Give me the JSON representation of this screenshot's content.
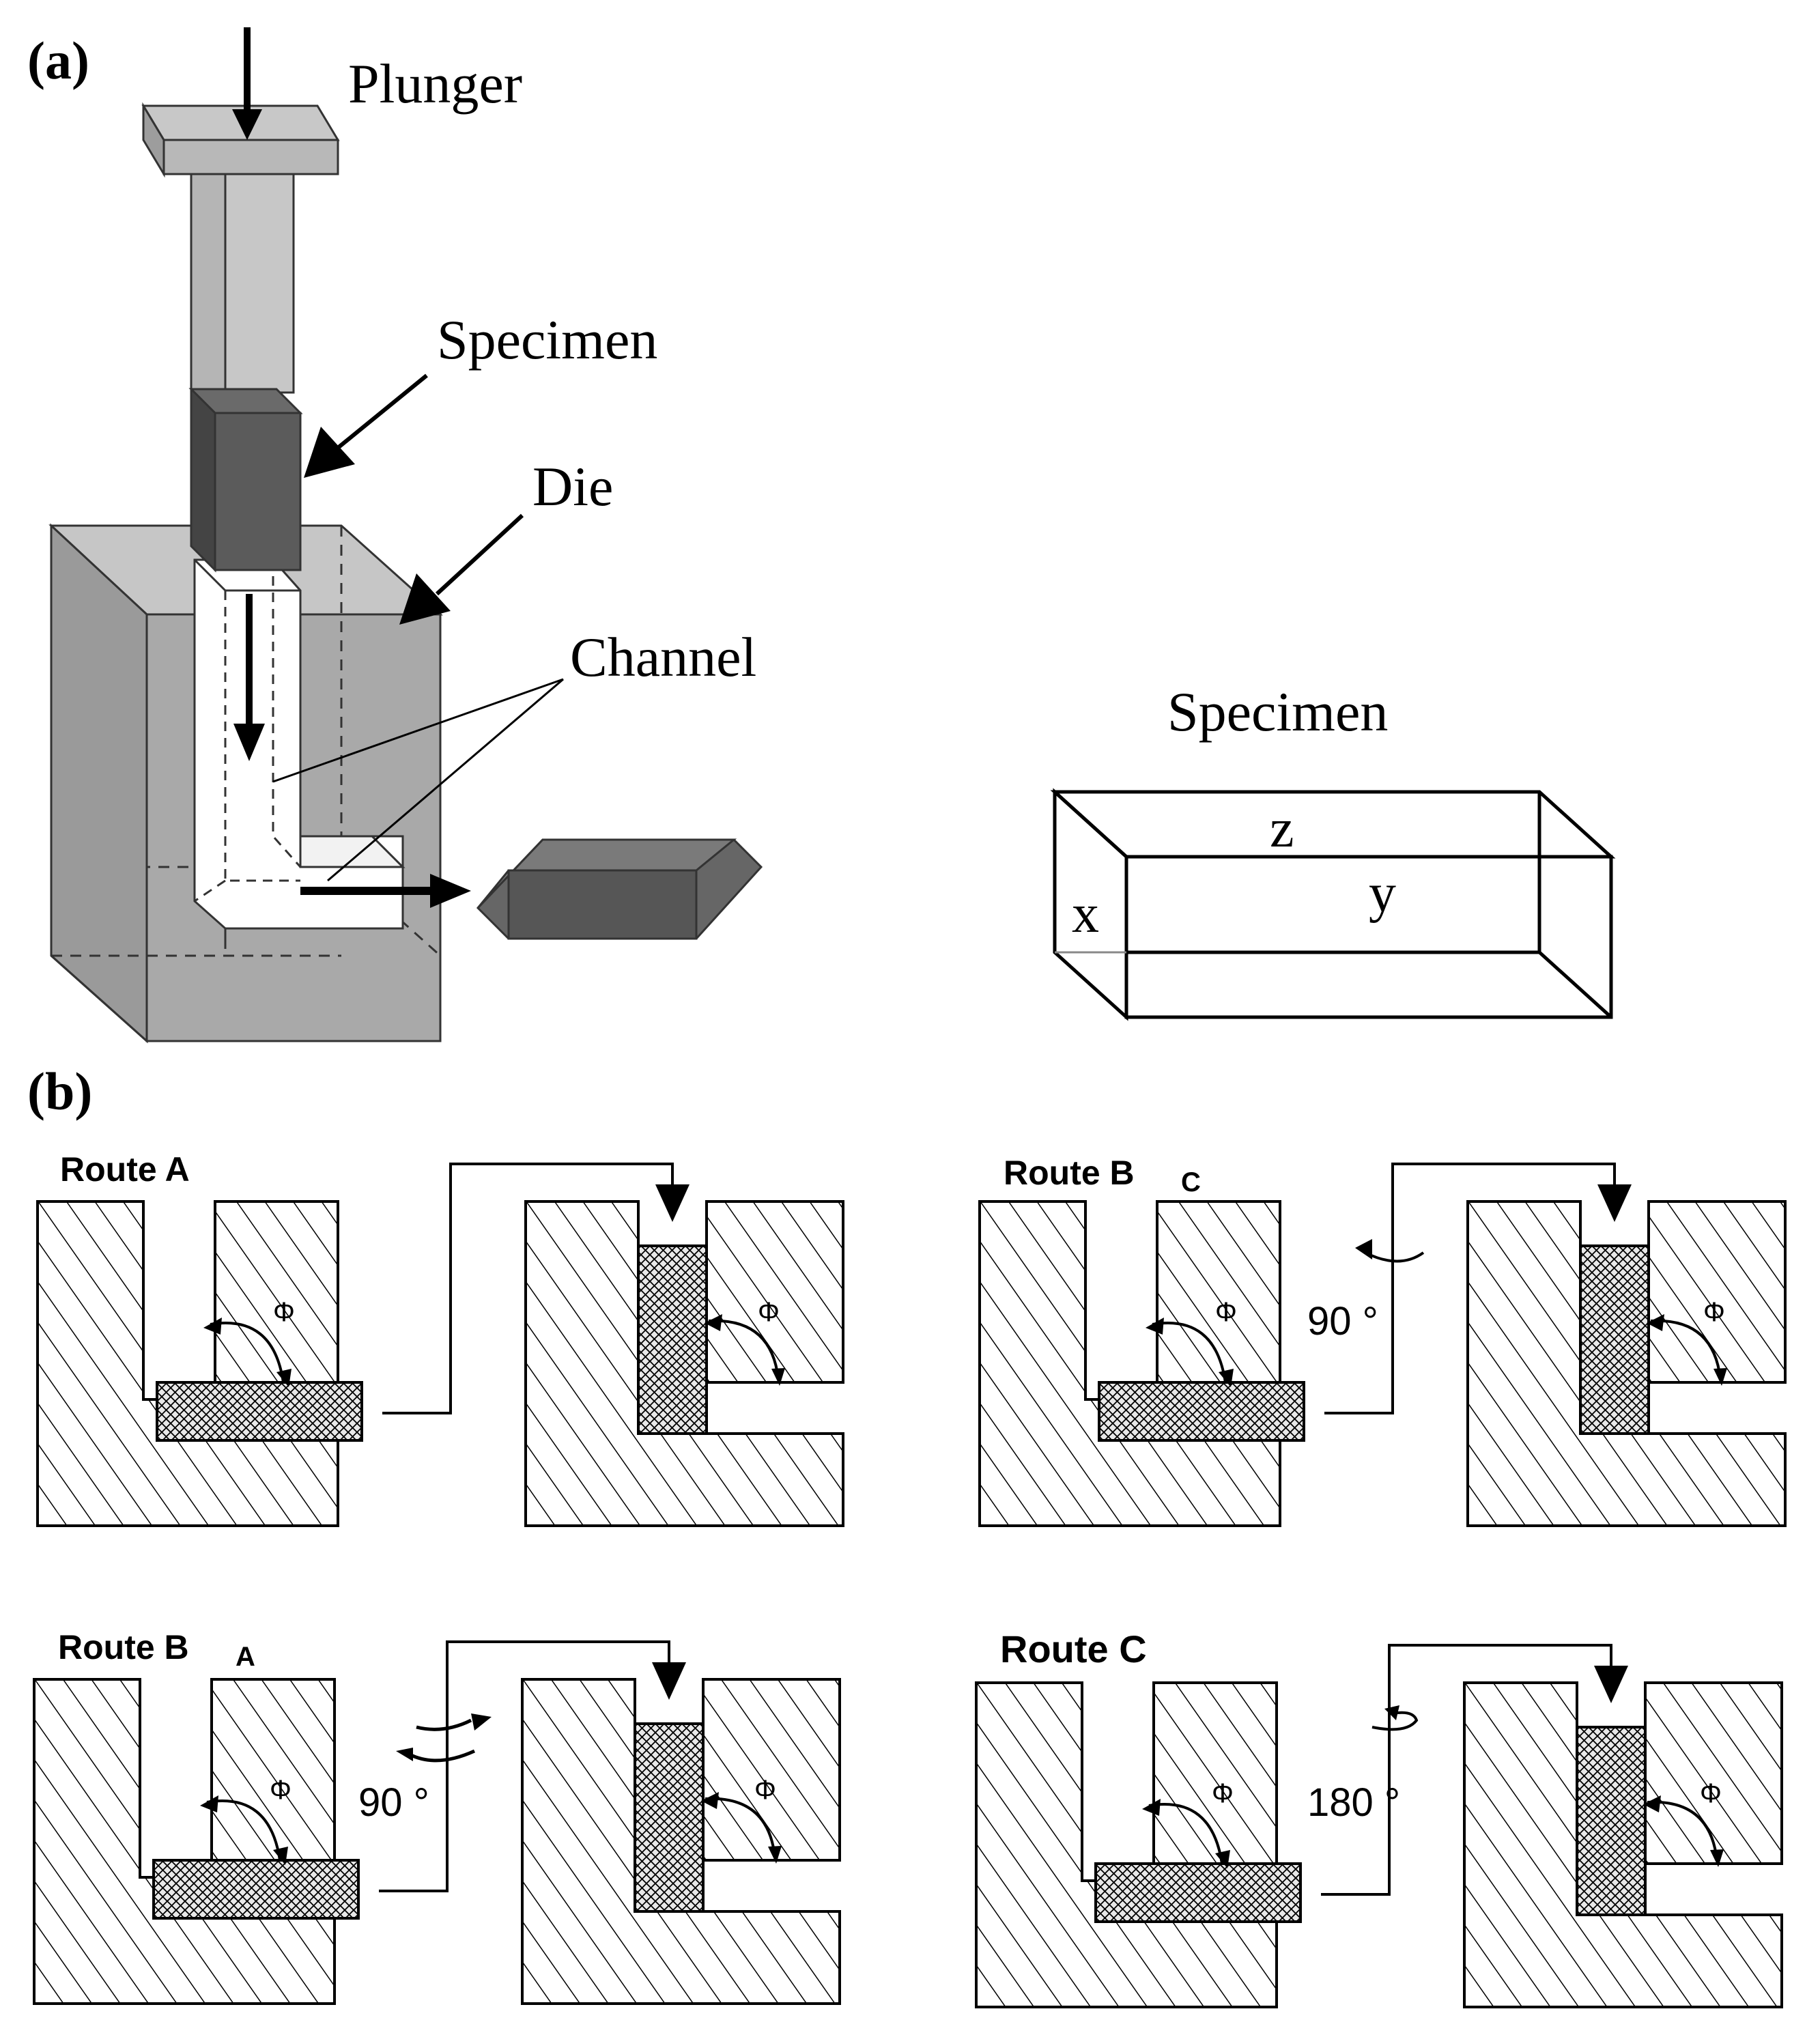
{
  "panel_a": {
    "tag": "(a)",
    "labels": {
      "plunger": "Plunger",
      "specimen": "Specimen",
      "die": "Die",
      "channel": "Channel"
    },
    "specimen_box": {
      "title": "Specimen",
      "axis_x": "x",
      "axis_y": "y",
      "axis_z": "z"
    }
  },
  "panel_b": {
    "tag": "(b)",
    "angle_symbol": "Φ",
    "routes": [
      {
        "name": "Route A",
        "sub": "",
        "rotation": ""
      },
      {
        "name": "Route B",
        "sub": "C",
        "rotation": "90 °"
      },
      {
        "name": "Route B",
        "sub": "A",
        "rotation": "90 °"
      },
      {
        "name": "Route C",
        "sub": "",
        "rotation": "180 °"
      }
    ]
  },
  "colors": {
    "die": "#a6a6a6",
    "die_top": "#c4c4c4",
    "plunger_front": "#b0b0b0",
    "plunger_side": "#c8c8c8",
    "specimen_dark": "#5a5a5a",
    "ink": "#000000"
  }
}
